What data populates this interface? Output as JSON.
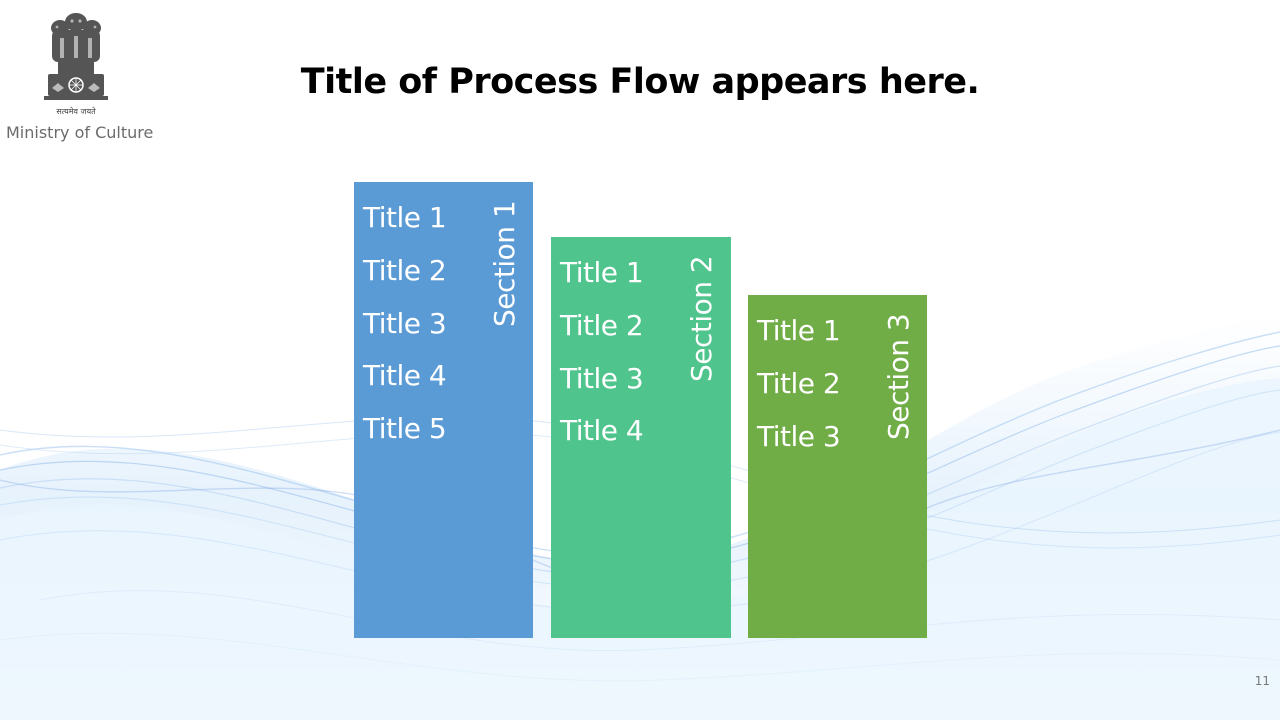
{
  "header": {
    "motto": "सत्यमेव जयते",
    "ministry": "Ministry of Culture",
    "title": "Title of Process Flow appears here."
  },
  "sections": [
    {
      "label": "Section 1",
      "color": "#5b9bd5",
      "items": [
        "Title 1",
        "Title 2",
        "Title 3",
        "Title 4",
        "Title 5"
      ]
    },
    {
      "label": "Section 2",
      "color": "#4fc48c",
      "items": [
        "Title 1",
        "Title 2",
        "Title 3",
        "Title 4"
      ]
    },
    {
      "label": "Section 3",
      "color": "#70ad47",
      "items": [
        "Title 1",
        "Title 2",
        "Title 3"
      ]
    }
  ],
  "footer": {
    "page_number": "11"
  },
  "icons": {
    "logo": "national-emblem-icon"
  }
}
